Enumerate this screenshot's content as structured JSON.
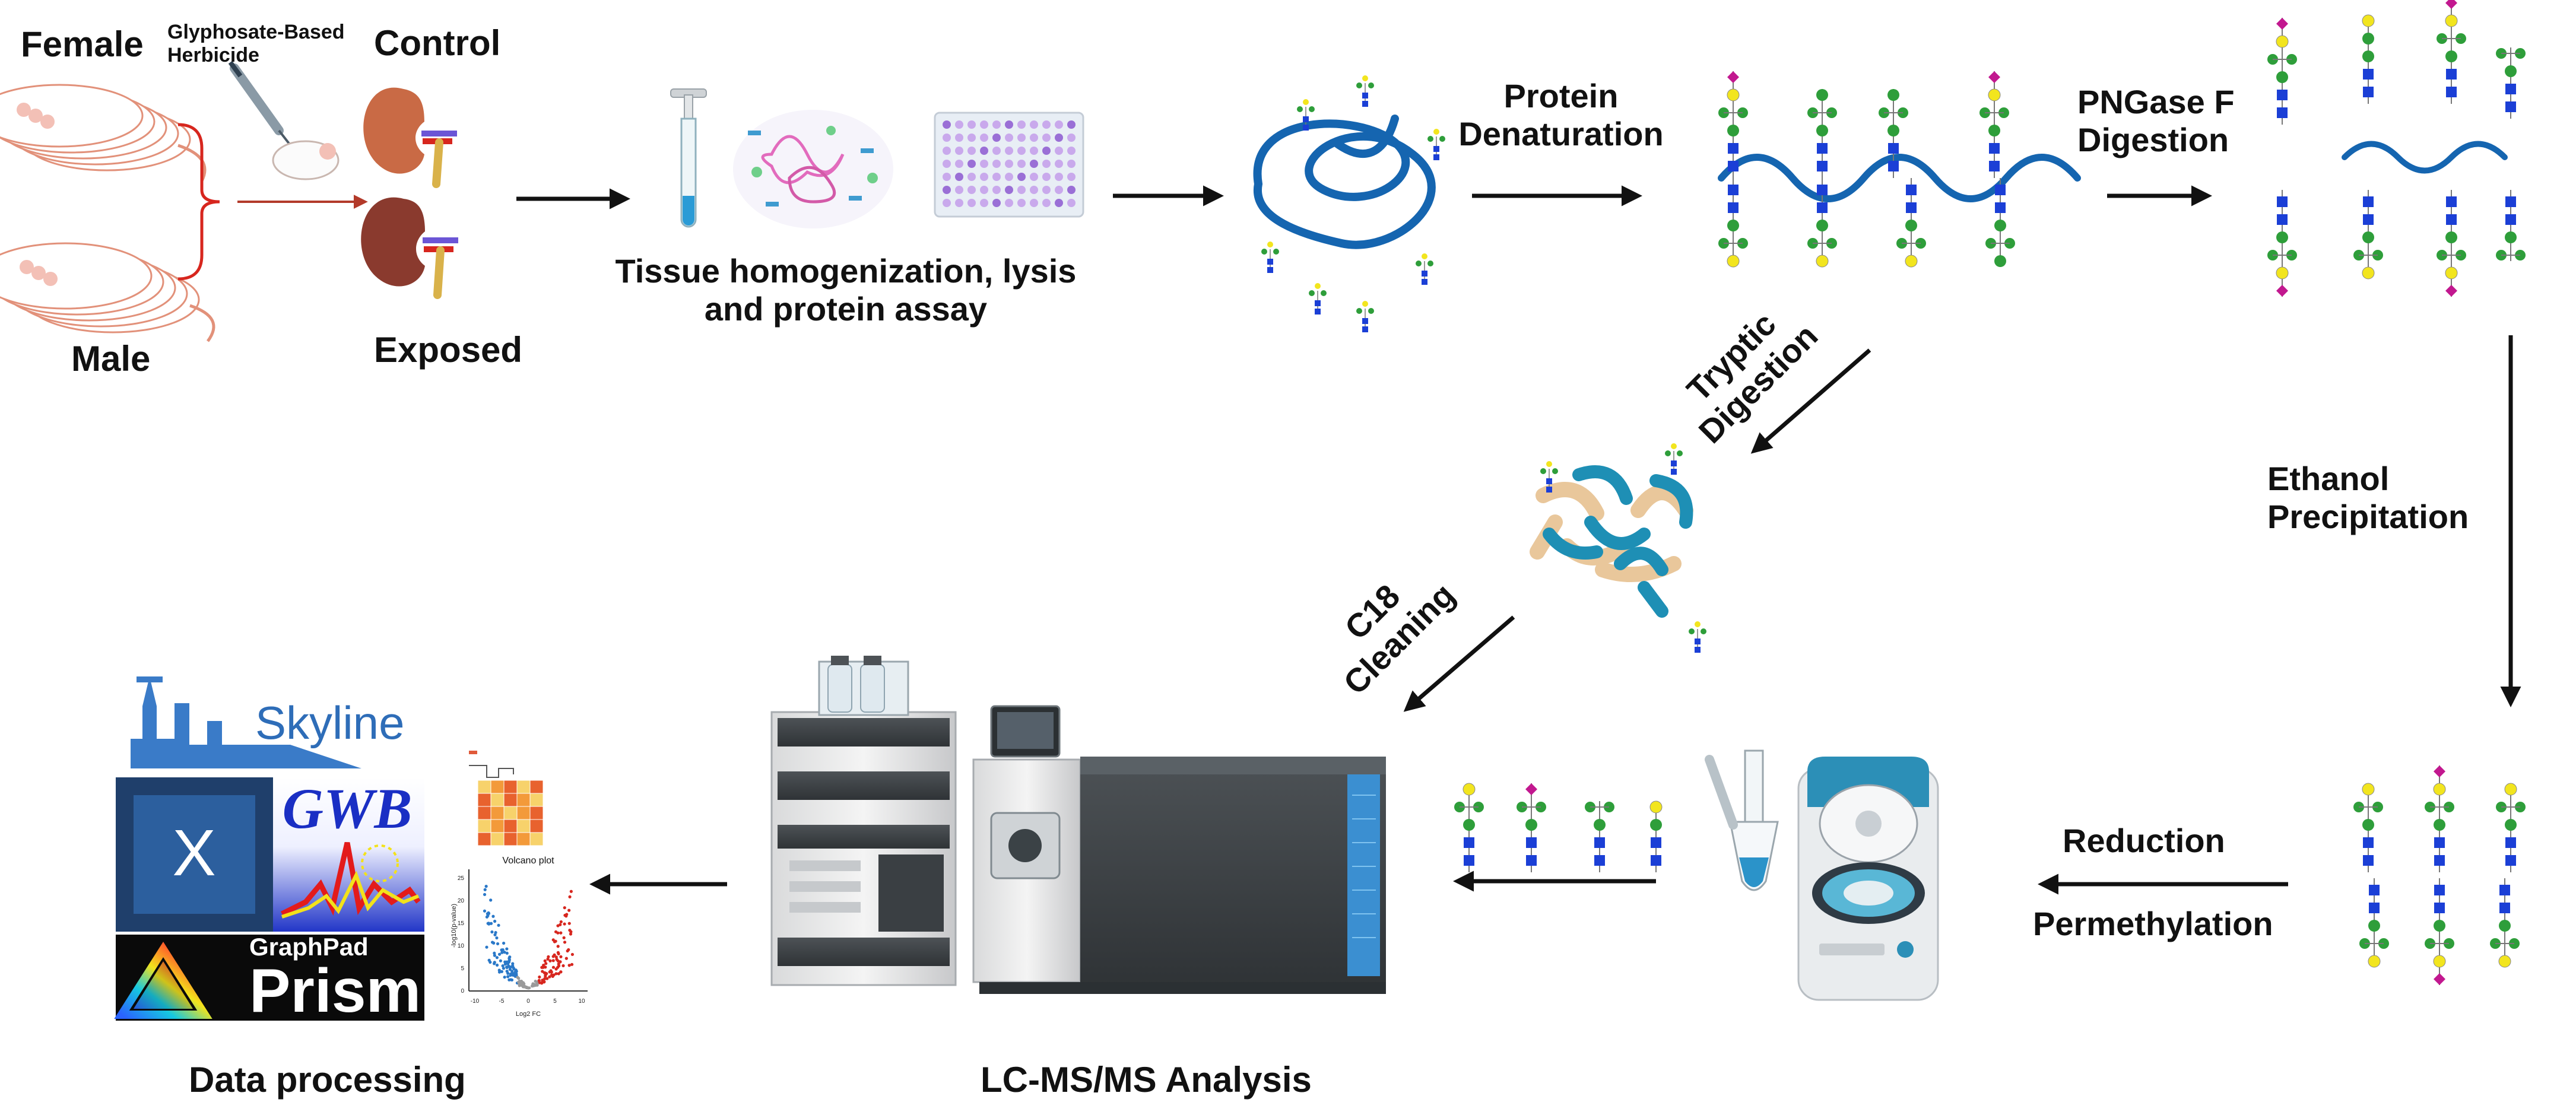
{
  "colors": {
    "protein_blue": "#1565b0",
    "glycan_blue": "#1b3fd6",
    "glycan_green": "#2e9e3a",
    "glycan_yellow": "#f2e51e",
    "glycan_red": "#d7261e",
    "glycan_magenta": "#c2188f",
    "arrow": "#111111",
    "skyline_blue": "#3a7bc8",
    "excel_navy": "#1f3f6b",
    "prism_black": "#0a0a0a"
  },
  "step1": {
    "female": "Female",
    "male": "Male",
    "herbicide": "Glyphosate-Based Herbicide",
    "control": "Control",
    "exposed": "Exposed"
  },
  "step2": {
    "caption_line1": "Tissue homogenization, lysis",
    "caption_line2": "and protein assay"
  },
  "steps": {
    "denaturation_line1": "Protein",
    "denaturation_line2": "Denaturation",
    "pngase_line1": "PNGase F",
    "pngase_line2": "Digestion",
    "tryptic_line1": "Tryptic",
    "tryptic_line2": "Digestion",
    "c18_line1": "C18",
    "c18_line2": "Cleaning",
    "ethanol_line1": "Ethanol",
    "ethanol_line2": "Precipitation",
    "reduction": "Reduction",
    "permethylation": "Permethylation"
  },
  "bottom": {
    "data_processing": "Data processing",
    "lcms": "LC-MS/MS Analysis"
  },
  "software": {
    "skyline": "Skyline",
    "gwb": "GWB",
    "excel_letter": "X",
    "graphpad": "GraphPad",
    "prism": "Prism",
    "volcano_title": "Volcano plot",
    "volcano_xlabel": "Log2 FC",
    "volcano_ylabel": "-log10(p-value)",
    "volcano_xticks": [
      "-10",
      "-5",
      "0",
      "5",
      "10"
    ],
    "volcano_yticks": [
      "0",
      "5",
      "10",
      "15",
      "20",
      "25"
    ]
  }
}
